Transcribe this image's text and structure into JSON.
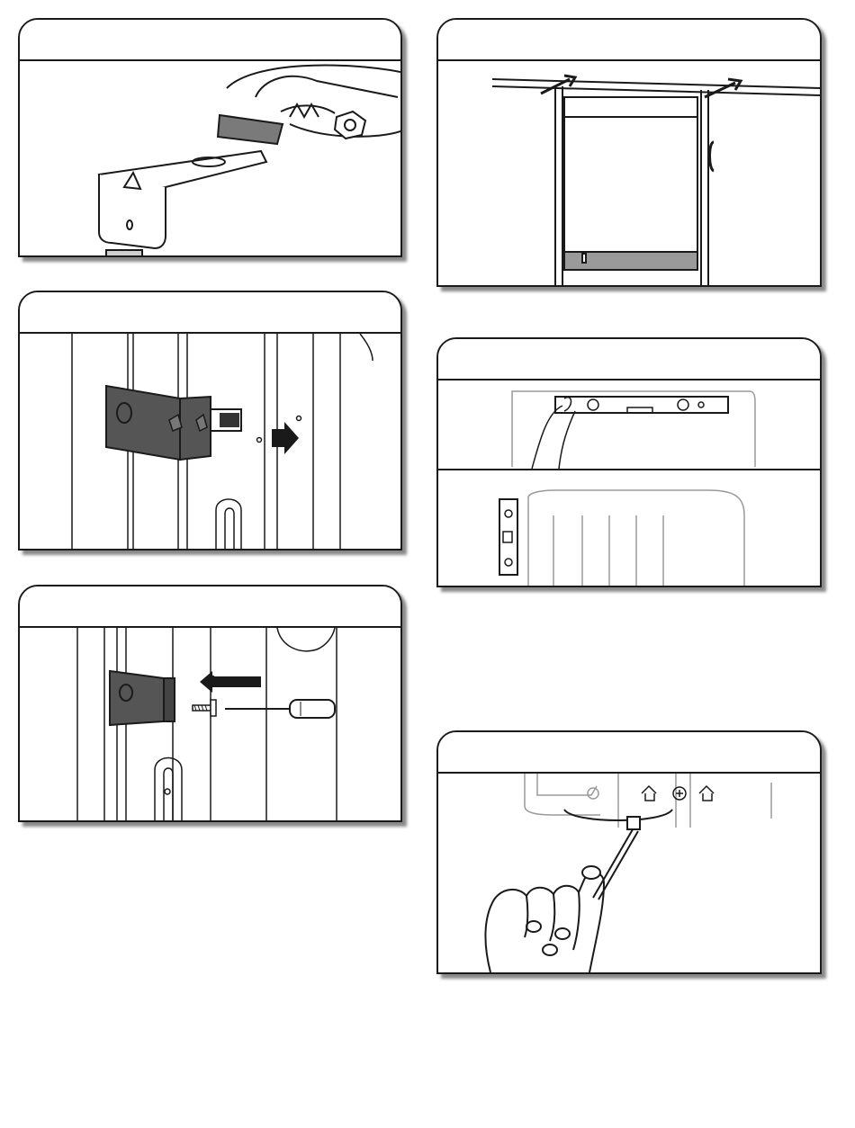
{
  "page": {
    "background": "#ffffff",
    "line_color": "#1a1a1a",
    "shadow_color": "#8a8a8a",
    "bracket_fill": "#555555",
    "toe_panel_fill": "#9a9a9a"
  },
  "panels": [
    {
      "id": "bracket-pliers",
      "icon": "pliers-bending-bracket-icon"
    },
    {
      "id": "dishwasher-under-counter",
      "icon": "dishwasher-push-arrows-icon"
    },
    {
      "id": "bracket-slide-out",
      "icon": "bracket-slide-arrow-icon"
    },
    {
      "id": "level-and-side-bracket",
      "icon": "level-tool-icon"
    },
    {
      "id": "screw-into-bracket",
      "icon": "screwdriver-icon"
    },
    {
      "id": "screwdriver-adjust-leg",
      "icon": "hand-screwdriver-icon"
    }
  ]
}
